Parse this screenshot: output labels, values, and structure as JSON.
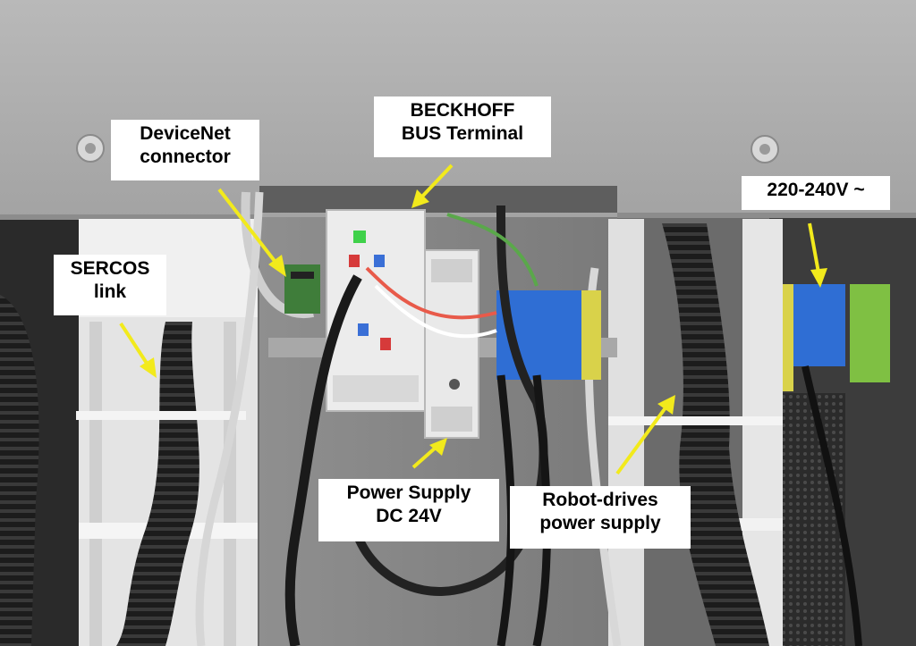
{
  "labels": {
    "devicenet": {
      "line1": "DeviceNet",
      "line2": "connector"
    },
    "beckhoff": {
      "line1": "BECKHOFF",
      "line2": "BUS Terminal"
    },
    "voltage": {
      "line1": "220-240V ~"
    },
    "sercos": {
      "line1": "SERCOS",
      "line2": "link"
    },
    "power_supply": {
      "line1": "Power Supply",
      "line2": "DC 24V"
    },
    "robot_drives": {
      "line1": "Robot-drives",
      "line2": "power supply"
    }
  },
  "colors": {
    "arrow": "#f2ea1c",
    "label_background": "#ffffff"
  }
}
